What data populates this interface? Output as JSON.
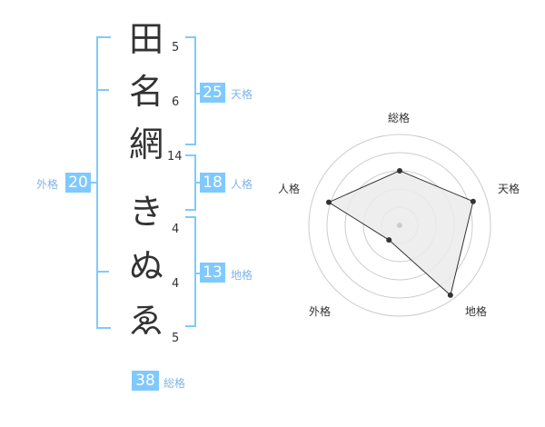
{
  "name": {
    "chars": [
      {
        "char": "田",
        "strokes": "5"
      },
      {
        "char": "名",
        "strokes": "6"
      },
      {
        "char": "網",
        "strokes": "14"
      },
      {
        "char": "き",
        "strokes": "4"
      },
      {
        "char": "ぬ",
        "strokes": "4"
      },
      {
        "char": "ゑ",
        "strokes": "5"
      }
    ]
  },
  "kakusu": {
    "tenkaku": {
      "value": "25",
      "label": "天格"
    },
    "jinkaku": {
      "value": "18",
      "label": "人格"
    },
    "chikaku": {
      "value": "13",
      "label": "地格"
    },
    "gaikaku": {
      "value": "20",
      "label": "外格"
    },
    "soukaku": {
      "value": "38",
      "label": "総格"
    }
  },
  "chart_data": {
    "type": "radar",
    "axes": [
      "総格",
      "天格",
      "地格",
      "外格",
      "人格"
    ],
    "values": [
      0.6,
      0.85,
      0.95,
      0.2,
      0.82
    ],
    "max": 1,
    "rings": 5,
    "colors": {
      "fill": "#ebebeb",
      "line": "#333333",
      "grid": "#cccccc",
      "accent": "#7fc9ff"
    }
  }
}
